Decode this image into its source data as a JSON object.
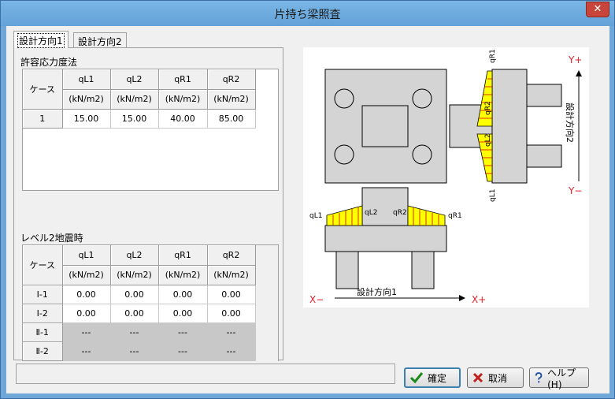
{
  "window": {
    "title": "片持ち梁照査",
    "close_glyph": "✕"
  },
  "tabs": [
    {
      "label": "設計方向1",
      "active": true
    },
    {
      "label": "設計方向2",
      "active": false
    }
  ],
  "allowable": {
    "label": "許容応力度法",
    "headers": {
      "case": "ケース",
      "qL1": "qL1",
      "qL2": "qL2",
      "qR1": "qR1",
      "qR2": "qR2",
      "unit": "(kN/m2)"
    },
    "rows": [
      {
        "case": "1",
        "qL1": "15.00",
        "qL2": "15.00",
        "qR1": "40.00",
        "qR2": "85.00"
      }
    ]
  },
  "seismic": {
    "label": "レベル2地震時",
    "headers": {
      "case": "ケース",
      "qL1": "qL1",
      "qL2": "qL2",
      "qR1": "qR1",
      "qR2": "qR2",
      "unit": "(kN/m2)"
    },
    "rows": [
      {
        "case": "Ⅰ-1",
        "qL1": "0.00",
        "qL2": "0.00",
        "qR1": "0.00",
        "qR2": "0.00",
        "disabled": false
      },
      {
        "case": "Ⅰ-2",
        "qL1": "0.00",
        "qL2": "0.00",
        "qR1": "0.00",
        "qR2": "0.00",
        "disabled": false
      },
      {
        "case": "Ⅱ-1",
        "qL1": "---",
        "qL2": "---",
        "qR1": "---",
        "qR2": "---",
        "disabled": true
      },
      {
        "case": "Ⅱ-2",
        "qL1": "---",
        "qL2": "---",
        "qR1": "---",
        "qR2": "---",
        "disabled": true
      }
    ]
  },
  "diagram": {
    "top_labels": {
      "qR1": "qR1",
      "qR2": "qR2",
      "qL2": "qL2",
      "qL1": "qL1"
    },
    "y_plus": "Y+",
    "y_minus": "Y−",
    "dir2": "設計方向2",
    "bottom_labels": {
      "qL1": "qL1",
      "qL2": "qL2",
      "qR2": "qR2",
      "qR1": "qR1"
    },
    "x_minus": "X−",
    "x_plus": "X+",
    "dir1": "設計方向1",
    "accent_red": "#e0202a",
    "load_fill": "#ffff00"
  },
  "buttons": {
    "ok": "確定",
    "cancel": "取消",
    "help": "ヘルプ(H)",
    "ok_icon": "check-icon",
    "cancel_icon": "cross-icon",
    "help_icon": "question-icon"
  }
}
